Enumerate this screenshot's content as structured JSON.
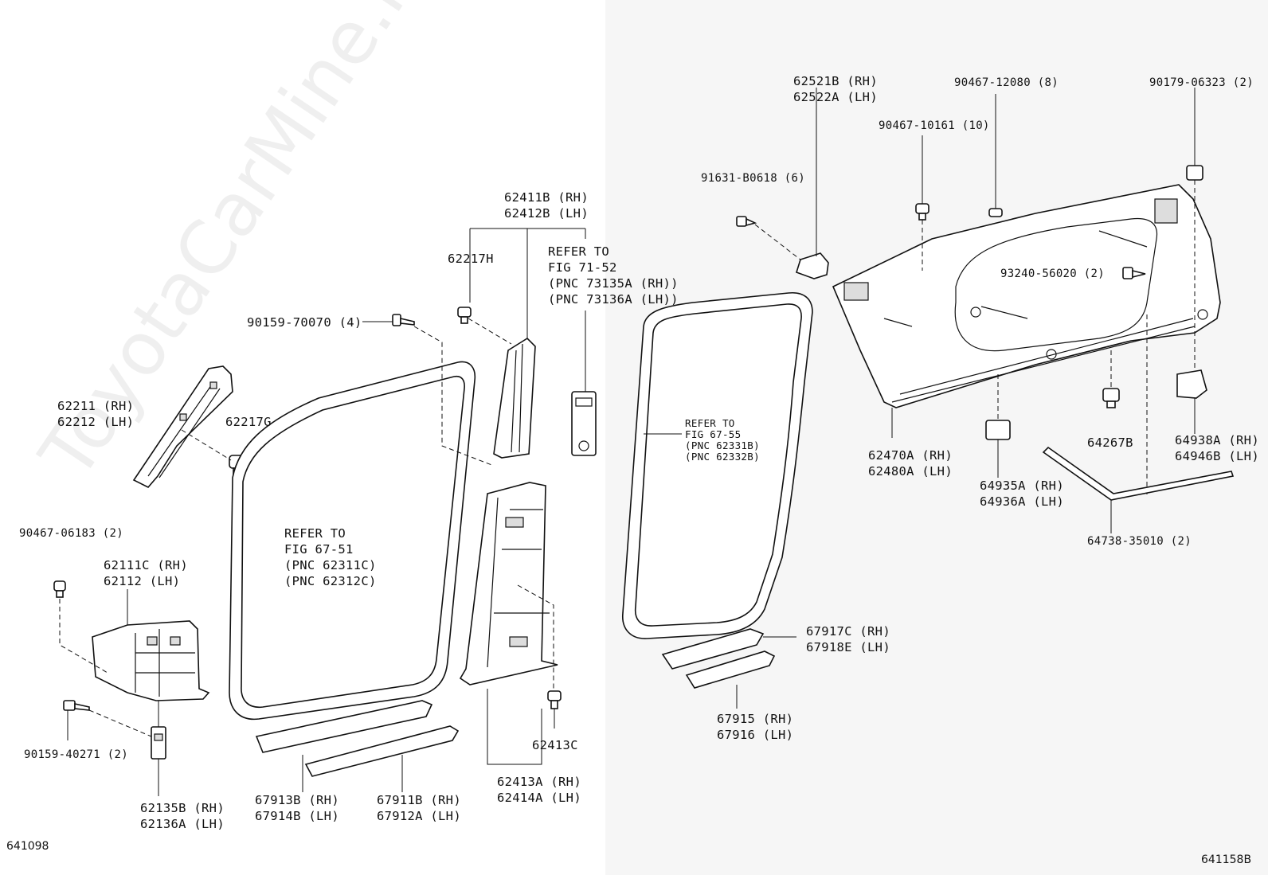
{
  "watermark": "ToyotaCarMine.ru",
  "codes": {
    "left": "641098",
    "right": "641158B"
  },
  "left_labels": {
    "l62211": [
      "62211 (RH)",
      "62212 (LH)"
    ],
    "l62217g": [
      "62217G"
    ],
    "l90159_70070": [
      "90159-70070 (4)"
    ],
    "l62217h": [
      "62217H"
    ],
    "l62411b": [
      "62411B (RH)",
      "62412B (LH)"
    ],
    "l_refer_71_52": [
      "REFER TO",
      "FIG 71-52",
      "(PNC 73135A (RH))",
      "(PNC 73136A (LH))"
    ],
    "l_refer_67_51": [
      "REFER TO",
      "FIG 67-51",
      "(PNC 62311C)",
      "(PNC 62312C)"
    ],
    "l90467_06183": [
      "90467-06183 (2)"
    ],
    "l62111c": [
      "62111C (RH)",
      "62112 (LH)"
    ],
    "l90159_40271": [
      "90159-40271 (2)"
    ],
    "l62135b": [
      "62135B (RH)",
      "62136A (LH)"
    ],
    "l67913b": [
      "67913B (RH)",
      "67914B (LH)"
    ],
    "l67911b": [
      "67911B (RH)",
      "67912A (LH)"
    ],
    "l62413c": [
      "62413C"
    ],
    "l62413a": [
      "62413A (RH)",
      "62414A (LH)"
    ]
  },
  "right_labels": {
    "l62521b": [
      "62521B (RH)",
      "62522A (LH)"
    ],
    "l90467_12080": [
      "90467-12080 (8)"
    ],
    "l90179_06323": [
      "90179-06323 (2)"
    ],
    "l90467_10161": [
      "90467-10161 (10)"
    ],
    "l91631_b0618": [
      "91631-B0618 (6)"
    ],
    "l93240_56020": [
      "93240-56020 (2)"
    ],
    "l_refer_67_55": [
      "REFER TO",
      "FIG 67-55",
      "(PNC 62331B)",
      "(PNC 62332B)"
    ],
    "l62470a": [
      "62470A (RH)",
      "62480A (LH)"
    ],
    "l64267b": [
      "64267B"
    ],
    "l64938a": [
      "64938A (RH)",
      "64946B (LH)"
    ],
    "l64935a": [
      "64935A (RH)",
      "64936A (LH)"
    ],
    "l64738_35010": [
      "64738-35010 (2)"
    ],
    "l67917c": [
      "67917C (RH)",
      "67918E (LH)"
    ],
    "l67915": [
      "67915 (RH)",
      "67916 (LH)"
    ]
  }
}
